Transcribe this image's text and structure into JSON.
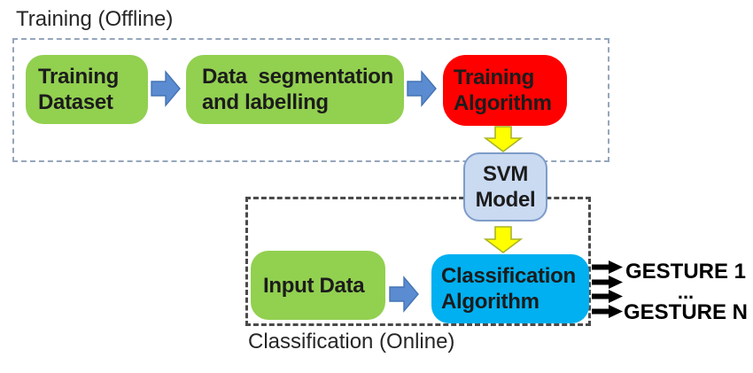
{
  "colors": {
    "green": "#92D050",
    "red": "#FF0000",
    "cyan": "#00B0F0",
    "svm-fill": "#C9DAF1",
    "svm-border": "#7E9CC9",
    "blue-arrow": "#5B8BD0",
    "blue-arrow-edge": "#4374B4",
    "yellow-arrow": "#FFFF00",
    "yellow-arrow-edge": "#A9B427",
    "black-arrow": "#000000",
    "dash-training": "#96A6BB",
    "dash-classification": "#4a4a4a",
    "text-dark": "#1c1c1c",
    "text-soft": "#262626"
  },
  "training": {
    "label": "Training (Offline)",
    "nodes": {
      "training_dataset": {
        "line1": "Training",
        "line2": "Dataset"
      },
      "data_segmentation": {
        "line1": "Data  segmentation",
        "line2": "and labelling"
      },
      "training_algorithm": {
        "line1": "Training",
        "line2": "Algorithm"
      }
    }
  },
  "svm_model": {
    "line1": "SVM",
    "line2": "Model"
  },
  "classification": {
    "label": "Classification (Online)",
    "nodes": {
      "input_data": {
        "line1": "Input Data"
      },
      "classification_algorithm": {
        "line1": "Classification",
        "line2": "Algorithm"
      }
    }
  },
  "outputs": {
    "gesture_1": "GESTURE 1",
    "ellipsis": "...",
    "gesture_n": "GESTURE N"
  },
  "icons": {
    "flow-arrow-right": "block-arrow-right",
    "flow-arrow-down": "block-arrow-down",
    "output-arrow": "thin-arrow-right"
  }
}
